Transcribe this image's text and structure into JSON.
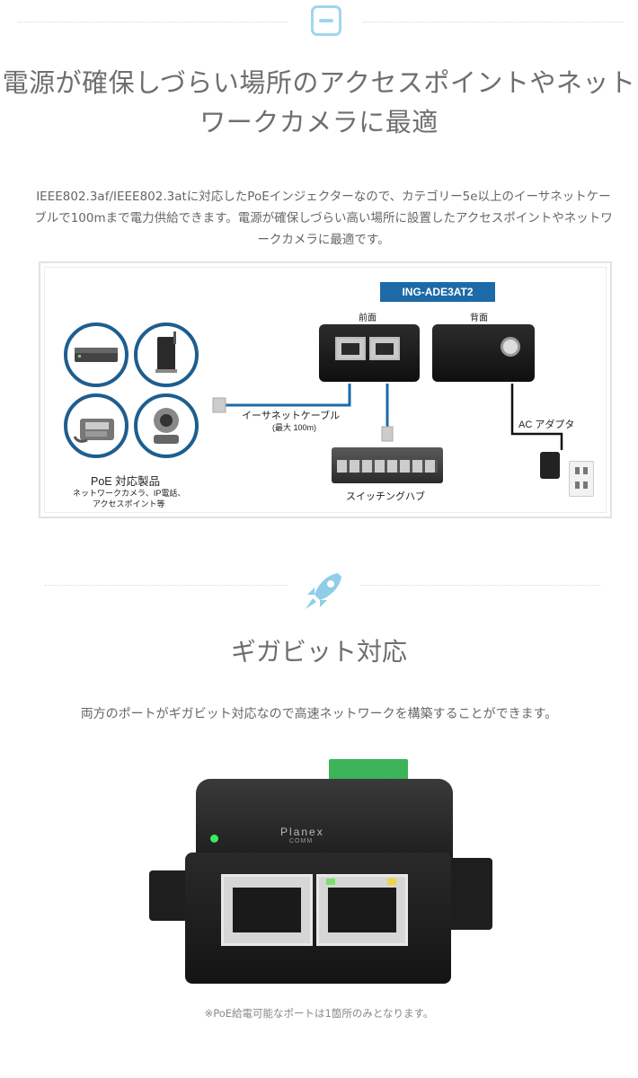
{
  "section1": {
    "heading_line1": "電源が確保しづらい場所のアクセスポイントやネット",
    "heading_line2": "ワークカメラに最適",
    "description_line1": "IEEE802.3af/IEEE802.3atに対応したPoEインジェクターなので、カテゴリー5e以上のイーサネットケー",
    "description_line2": "ブルで100mまで電力供給できます。電源が確保しづらい高い場所に設置したアクセスポイントやネットワ",
    "description_line3": "ークカメラに最適です。"
  },
  "diagram": {
    "model": "ING-ADE3AT2",
    "front_label": "前面",
    "back_label": "背面",
    "cable_label": "イーサネットケーブル",
    "cable_note": "(最大 100m)",
    "adapter_label": "AC アダプタ",
    "hub_label": "スイッチングハブ",
    "poe_title": "PoE 対応製品",
    "poe_line1": "ネットワークカメラ、IP電話、",
    "poe_line2": "アクセスポイント等"
  },
  "section2": {
    "heading": "ギガビット対応",
    "description": "両方のポートがギガビット対応なので高速ネットワークを構築することができます。",
    "brand": "Planex",
    "brand_sub": "COMM",
    "note": "※PoE給電可能なポートは1箇所のみとなります。"
  },
  "colors": {
    "accent": "#9fd6ee",
    "diagram_blue": "#1c6aa8",
    "circle_border": "#1e5e8e"
  },
  "icons": {
    "section1_icon": "number-one-box-icon",
    "section2_icon": "rocket-icon"
  }
}
